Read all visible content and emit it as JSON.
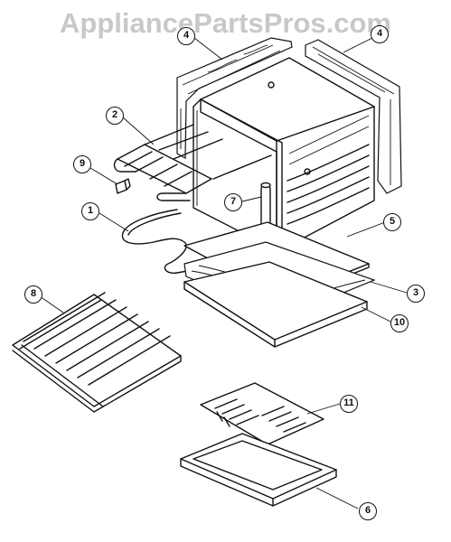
{
  "watermark": "AppliancePartsPros.com",
  "callouts": [
    {
      "id": "c4a",
      "label": "4"
    },
    {
      "id": "c4b",
      "label": "4"
    },
    {
      "id": "c2",
      "label": "2"
    },
    {
      "id": "c9",
      "label": "9"
    },
    {
      "id": "c7",
      "label": "7"
    },
    {
      "id": "c1",
      "label": "1"
    },
    {
      "id": "c5",
      "label": "5"
    },
    {
      "id": "c8",
      "label": "8"
    },
    {
      "id": "c3",
      "label": "3"
    },
    {
      "id": "c10",
      "label": "10"
    },
    {
      "id": "c11",
      "label": "11"
    },
    {
      "id": "c6",
      "label": "6"
    }
  ]
}
